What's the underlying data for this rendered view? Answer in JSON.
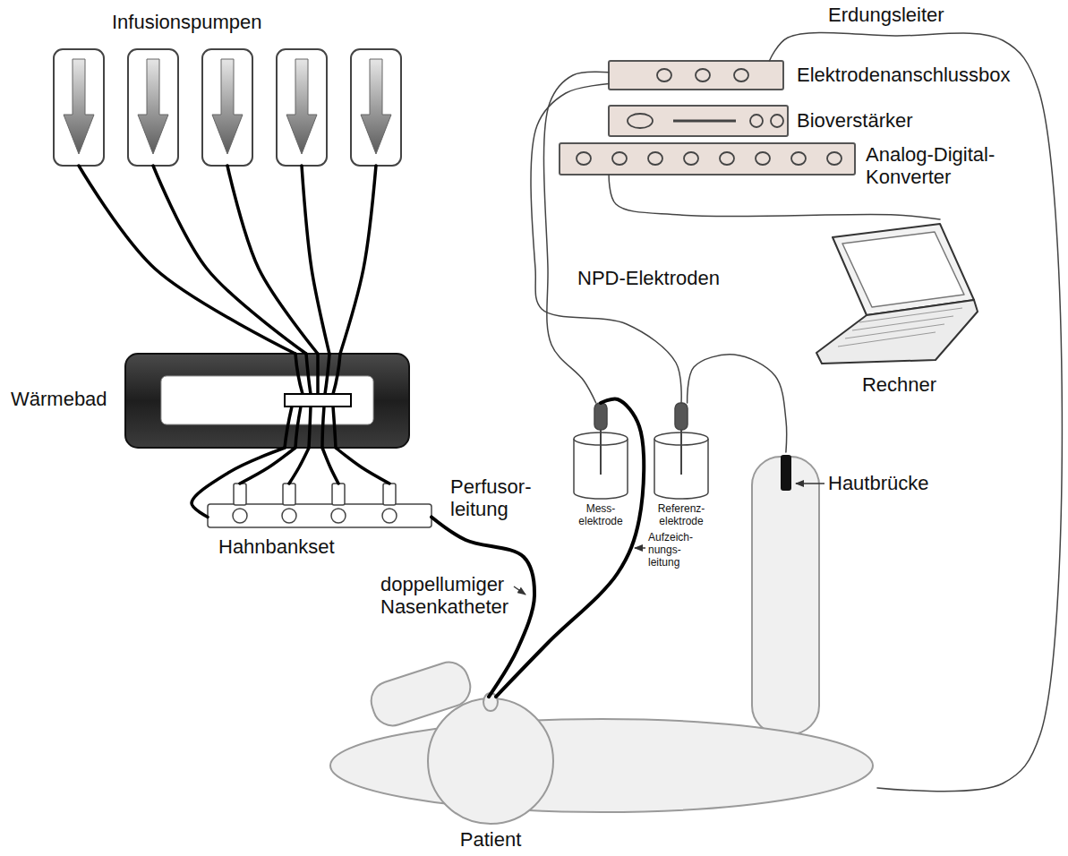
{
  "diagram": {
    "nodes": [
      {
        "text": [
          "Infusionspumpen"
        ]
      },
      {
        "text": [
          "Wärmebad"
        ]
      },
      {
        "text": [
          "Hahnbankset"
        ]
      },
      {
        "text": [
          "Elektrodenanschlussbox"
        ]
      },
      {
        "text": [
          "Bioverstärker"
        ]
      },
      {
        "text": [
          "Analog-Digital- Konverter"
        ]
      },
      {
        "text": [
          "Mess- elektrode"
        ]
      },
      {
        "text": [
          "Referenz- elektrode"
        ]
      },
      {
        "text": [
          "Rechner"
        ]
      },
      {
        "text": [
          "Patient"
        ]
      }
    ],
    "edges": [
      {
        "from": 0,
        "to": 1,
        "arrow": "none"
      },
      {
        "from": 0,
        "to": 1,
        "arrow": "none"
      },
      {
        "from": 0,
        "to": 1,
        "arrow": "none"
      },
      {
        "from": 0,
        "to": 1,
        "arrow": "none"
      },
      {
        "from": 0,
        "to": 1,
        "arrow": "none"
      },
      {
        "from": 1,
        "to": 2,
        "arrow": "none"
      },
      {
        "from": 1,
        "to": 2,
        "arrow": "none"
      },
      {
        "from": 1,
        "to": 2,
        "arrow": "none"
      },
      {
        "from": 1,
        "to": 2,
        "arrow": "none"
      },
      {
        "from": 1,
        "to": 2,
        "arrow": "none"
      },
      {
        "from": 2,
        "to": 9,
        "arrow": "none"
      },
      {
        "from": 6,
        "to": 9,
        "arrow": "none"
      },
      {
        "from": 3,
        "to": 6,
        "arrow": "none"
      },
      {
        "from": 3,
        "to": 7,
        "arrow": "none"
      },
      {
        "from": 7,
        "to": 9,
        "arrow": "none"
      },
      {
        "from": 5,
        "to": 8,
        "arrow": "none"
      },
      {
        "from": 3,
        "to": 9,
        "arrow": "none"
      }
    ],
    "labels": [
      "Erdungsleiter",
      "NPD-Elektroden",
      "Perfusor- leitung",
      "Aufzeich- nungs- leitung",
      "doppellumiger Nasenkatheter",
      "Hautbrücke"
    ]
  }
}
